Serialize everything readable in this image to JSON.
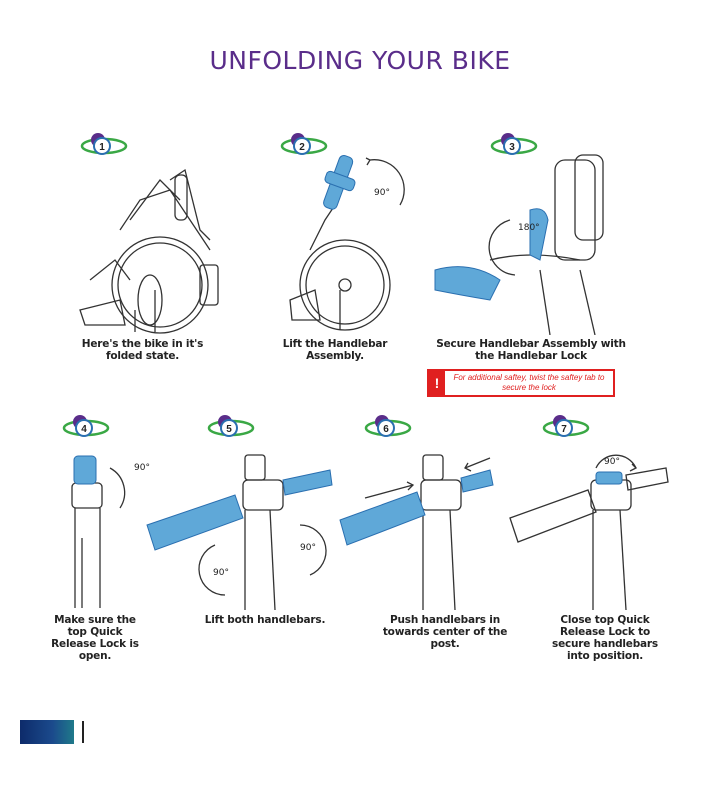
{
  "title": "UNFOLDING YOUR BIKE",
  "colors": {
    "title": "#5a2d8a",
    "accent_blue": "#5fa8d8",
    "badge_purple": "#5a2d8a",
    "badge_blue": "#2a6fb0",
    "badge_green": "#3aa845",
    "warning_red": "#e02020"
  },
  "steps": [
    {
      "number": "1",
      "caption": "Here's the bike in it's folded state."
    },
    {
      "number": "2",
      "caption": "Lift the Handlebar Assembly.",
      "angle": "90°"
    },
    {
      "number": "3",
      "caption": "Secure Handlebar Assembly with the Handlebar Lock",
      "angle": "180°"
    },
    {
      "number": "4",
      "caption": "Make sure the top Quick Release Lock is open.",
      "angle": "90°"
    },
    {
      "number": "5",
      "caption": "Lift both handlebars.",
      "angle_left": "90°",
      "angle_right": "90°"
    },
    {
      "number": "6",
      "caption": "Push handlebars in towards center of the post."
    },
    {
      "number": "7",
      "caption": "Close top Quick Release Lock to secure handlebars into position.",
      "angle": "90°"
    }
  ],
  "warning": {
    "mark": "!",
    "text": "For additional saftey, twist the saftey tab to secure the lock"
  },
  "icons": {
    "badge": "step-number-badge-icon",
    "warning": "exclamation-icon"
  }
}
